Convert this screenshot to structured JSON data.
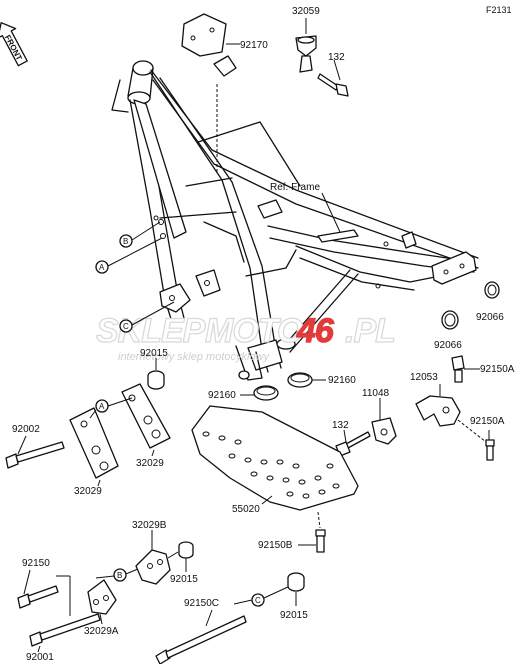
{
  "figure_code": "F2131",
  "front_label": "FRONT",
  "watermark": {
    "main_a": "SKLEP",
    "main_b": "MOTO",
    "main_c": "46",
    "main_d": ".PL",
    "sub": "internetowy sklep motocyklowy",
    "accent_color": "#e23b3b"
  },
  "callouts": [
    "A",
    "B",
    "C"
  ],
  "parts": {
    "p32059": "32059",
    "p92170": "92170",
    "p132_top": "132",
    "ref_frame": "Ref. Frame",
    "p92066_a": "92066",
    "p92066_b": "92066",
    "p92015_a": "92015",
    "p92150a_a": "92150A",
    "p12053": "12053",
    "p92160_a": "92160",
    "p92160_b": "92160",
    "p11048": "11048",
    "p92150a_b": "92150A",
    "p132_mid": "132",
    "p92002": "92002",
    "p32029_a": "32029",
    "p32029_b": "32029",
    "p55020": "55020",
    "p92150b": "92150B",
    "p32029b": "32029B",
    "p92150": "92150",
    "p92015_b": "92015",
    "p92150c": "92150C",
    "p92015_c": "92015",
    "p32029a": "32029A",
    "p92001": "92001"
  }
}
